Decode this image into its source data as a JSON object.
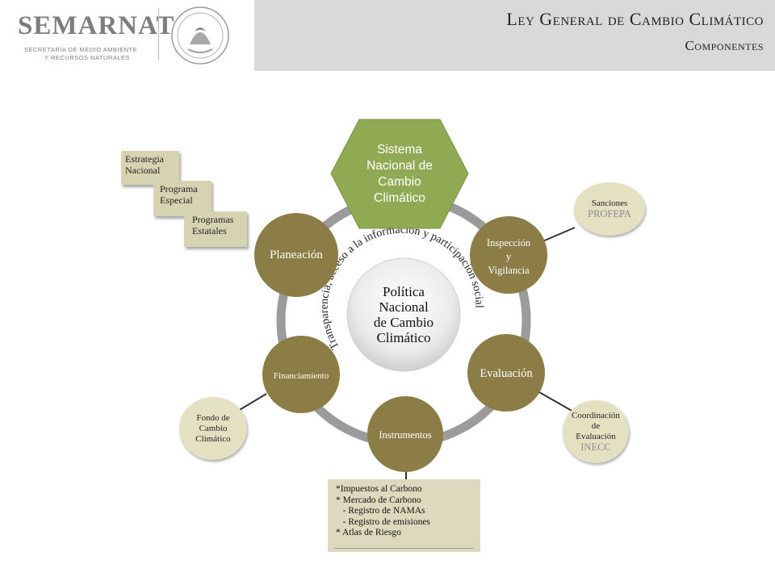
{
  "header": {
    "logo_text": "SEMARNAT",
    "logo_sub1": "SECRETARÍA DE MEDIO AMBIENTE",
    "logo_sub2": "Y RECURSOS NATURALES",
    "title": "Ley General de Cambio Climático",
    "subtitle": "Componentes"
  },
  "center": {
    "lines": [
      "Política",
      "Nacional",
      "de Cambio",
      "Climático"
    ]
  },
  "arc_text": "Transparencia, acceso a la información y participación social",
  "sistema": {
    "lines": [
      "Sistema",
      "Nacional de",
      "Cambio",
      "Climático"
    ]
  },
  "nodes": {
    "planeacion": "Planeación",
    "inspeccion": [
      "Inspección",
      "y",
      "Vigilancia"
    ],
    "evaluacion": "Evaluación",
    "instrumentos": "Instrumentos",
    "financiamiento": "Financiamiento"
  },
  "notes": [
    [
      "Estrategia",
      "Nacional"
    ],
    [
      "Programa",
      "Especial"
    ],
    [
      "Programas",
      "Estatales"
    ]
  ],
  "sanciones": {
    "label": "Sanciones",
    "org": "PROFEPA"
  },
  "coordinacion": {
    "lines": [
      "Coordinación",
      "de",
      "Evaluación"
    ],
    "org": "INECC"
  },
  "fondo": {
    "lines": [
      "Fondo de",
      "Cambio",
      "Climático"
    ]
  },
  "instrumentos_box": [
    "*Impuestos al Carbono",
    "* Mercado de Carbono",
    "   - Registro de NAMAs",
    "   - Registro de emisiones",
    "* Atlas de Riesgo"
  ],
  "colors": {
    "node_fill": "#8b7d45",
    "sistema_fill": "#8faa53",
    "ring": "#9b9b9b",
    "header_band": "#d9d9d9"
  }
}
